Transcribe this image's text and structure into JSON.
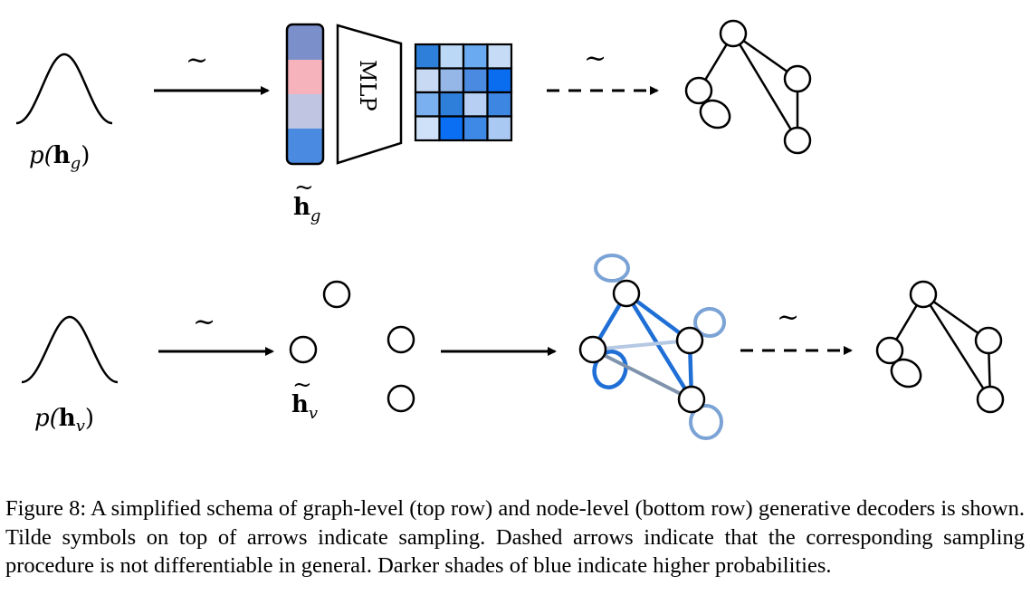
{
  "figure": {
    "top_row": {
      "prior_label": {
        "p": "p(",
        "h": "h",
        "sub": "g",
        "close": ")"
      },
      "latent_label": {
        "h": "h",
        "tilde": "~",
        "sub": "g"
      },
      "mlp_label": "MLP",
      "tilde_solid": "~",
      "tilde_dashed": "~"
    },
    "bottom_row": {
      "prior_label": {
        "p": "p(",
        "h": "h",
        "sub": "v",
        "close": ")"
      },
      "latent_label": {
        "h": "h",
        "tilde": "~",
        "sub": "v"
      },
      "tilde_solid": "~",
      "tilde_dashed": "~"
    },
    "colors": {
      "latent_cells": [
        "#7b8fcb",
        "#f7b3bb",
        "#c0c6e2",
        "#4a8ae0"
      ],
      "matrix_cells": [
        [
          "#2e7fd9",
          "#bcd8f7",
          "#6aaaf0",
          "#c6dcf6"
        ],
        [
          "#c8d9f3",
          "#94b7e8",
          "#4a8ae0",
          "#0a6df0"
        ],
        [
          "#7bb0f0",
          "#2e7fd9",
          "#b6cff3",
          "#3d86e2"
        ],
        [
          "#cfe1f8",
          "#0a6ff2",
          "#3f89e6",
          "#a9c9f3"
        ]
      ],
      "edge_dark": "#1f6fd6",
      "edge_light": "#7ba3d6",
      "edge_pale": "#b6c9e3",
      "edge_grey": "#7f93ac"
    }
  },
  "caption": "Figure 8: A simplified schema of graph-level (top row) and node-level (bottom row) generative decoders is shown. Tilde symbols on top of arrows indicate sampling. Dashed arrows indicate that the corresponding sampling procedure is not differentiable in general. Darker shades of blue indicate higher probabilities."
}
